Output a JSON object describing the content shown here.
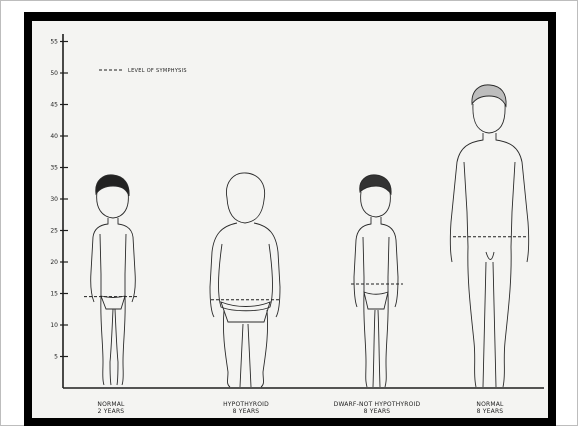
{
  "legend": {
    "label": "LEVEL OF SYMPHYSIS"
  },
  "y_axis": {
    "ticks": [
      {
        "v": 5,
        "label": "5"
      },
      {
        "v": 10,
        "label": "10"
      },
      {
        "v": 15,
        "label": "15"
      },
      {
        "v": 20,
        "label": "20"
      },
      {
        "v": 25,
        "label": "25"
      },
      {
        "v": 30,
        "label": "30"
      },
      {
        "v": 35,
        "label": "35"
      },
      {
        "v": 40,
        "label": "40"
      },
      {
        "v": 45,
        "label": "45"
      },
      {
        "v": 50,
        "label": "50"
      },
      {
        "v": 55,
        "label": "55"
      }
    ]
  },
  "figures": [
    {
      "line1": "NORMAL",
      "line2": "2 YEARS",
      "symphysis": 14.5
    },
    {
      "line1": "HYPOTHYROID",
      "line2": "8 YEARS",
      "symphysis": 14
    },
    {
      "line1": "DWARF-NOT HYPOTHYROID",
      "line2": "8 YEARS",
      "symphysis": 16.5
    },
    {
      "line1": "NORMAL",
      "line2": "8 YEARS",
      "symphysis": 24
    }
  ],
  "colors": {
    "paper": "#f4f4f2",
    "ink": "#1e1e1e",
    "frame": "#000000"
  }
}
